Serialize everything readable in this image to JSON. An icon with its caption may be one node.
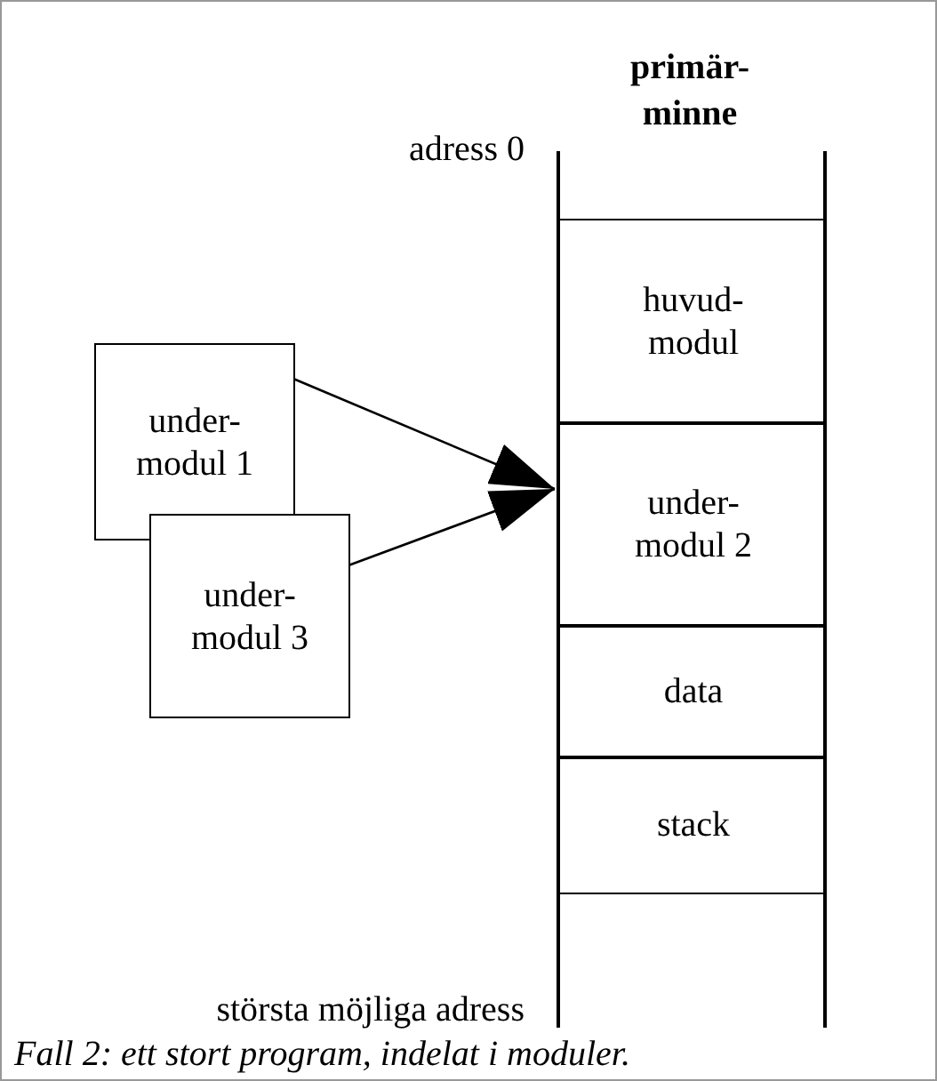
{
  "diagram": {
    "caption": "Fall 2: ett stort program, indelat i moduler.",
    "nodes": [
      {
        "text": [
          "primär- minne"
        ]
      },
      {
        "text": [
          "huvud- modul"
        ],
        "in": 0
      },
      {
        "text": [
          "under- modul 2"
        ],
        "in": 0
      },
      {
        "text": [
          "data"
        ],
        "in": 0
      },
      {
        "text": [
          "stack"
        ],
        "in": 0
      },
      {
        "text": [
          "under- modul 1"
        ]
      },
      {
        "text": [
          "under- modul 3"
        ]
      }
    ],
    "edges": [
      {
        "from": 5,
        "to": 2,
        "arrow": "to"
      },
      {
        "from": 6,
        "to": 2,
        "arrow": "to"
      }
    ],
    "labels": [
      "adress 0",
      "största möjliga adress"
    ]
  }
}
